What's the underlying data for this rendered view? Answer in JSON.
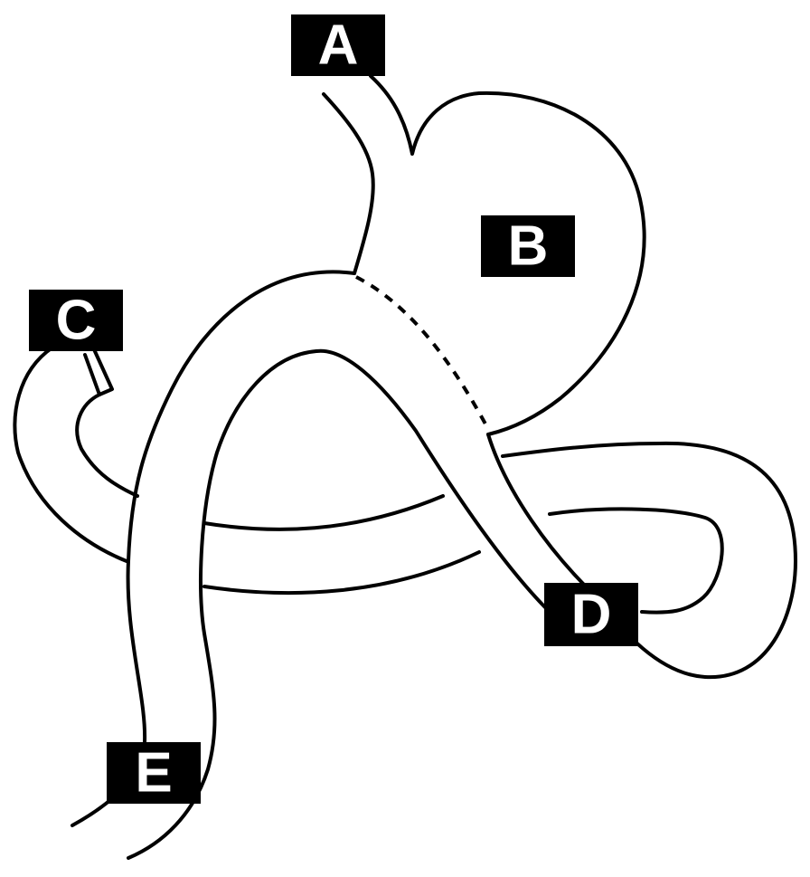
{
  "labels": {
    "a": "A",
    "b": "B",
    "c": "C",
    "d": "D",
    "e": "E"
  },
  "colors": {
    "line": "#000000",
    "label_background": "#000000",
    "label_text": "#ffffff",
    "background": "#ffffff"
  }
}
